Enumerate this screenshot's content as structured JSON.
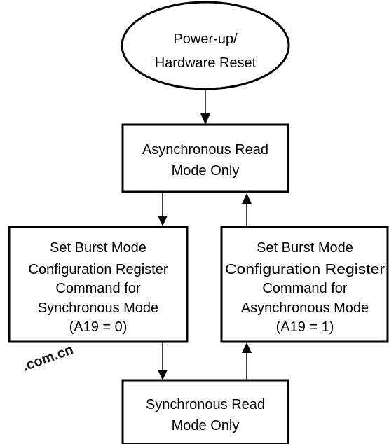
{
  "diagram": {
    "nodes": {
      "reset": {
        "line1": "Power-up/",
        "line2": "Hardware Reset"
      },
      "async_read": {
        "line1": "Asynchronous Read",
        "line2": "Mode Only"
      },
      "set_sync": {
        "line1": "Set Burst Mode",
        "line2": "Configuration Register",
        "line3": "Command for",
        "line4": "Synchronous Mode",
        "line5": "(A19 = 0)"
      },
      "set_async": {
        "line1": "Set Burst Mode",
        "line2": "Configuration Register",
        "line3": "Command for",
        "line4": "Asynchronous Mode",
        "line5": "(A19 = 1)"
      },
      "sync_read": {
        "line1": "Synchronous Read",
        "line2": "Mode Only"
      }
    },
    "colors": {
      "stroke": "#000000",
      "background": "#ffffff",
      "watermark": "#e8281e"
    }
  },
  "watermark": {
    "text": ".com.cn"
  }
}
